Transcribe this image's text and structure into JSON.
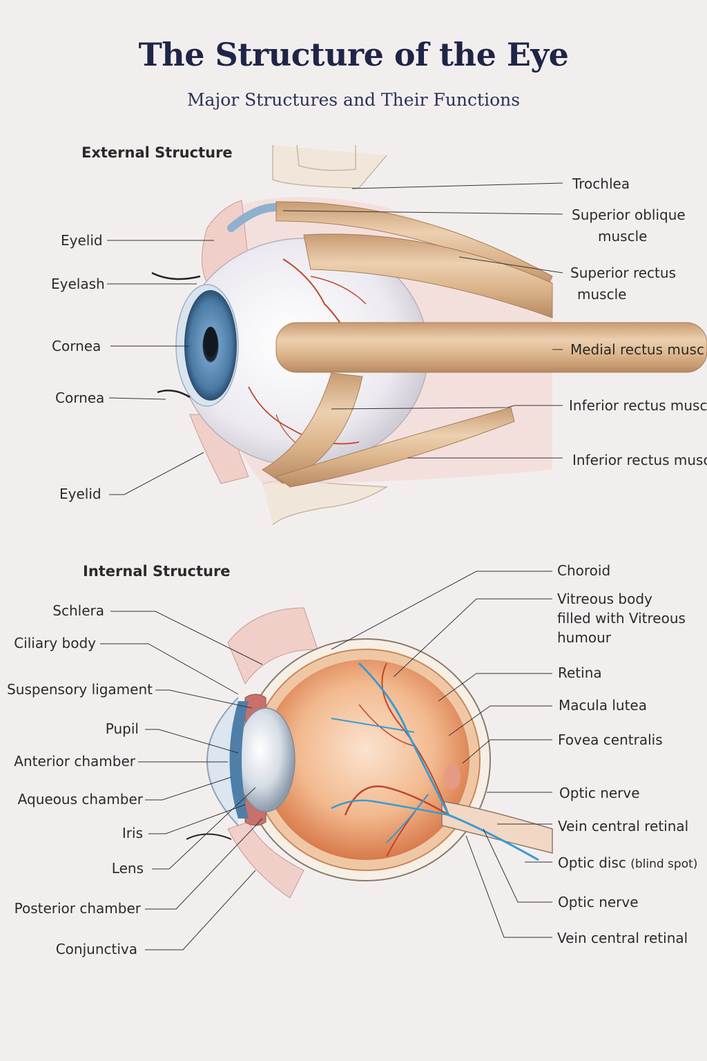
{
  "title": "The Structure of the Eye",
  "subtitle": "Major Structures and Their Functions",
  "external": {
    "heading": "External Structure",
    "left_labels": [
      "Eyelid",
      "Eyelash",
      "Cornea",
      "Cornea",
      "Eyelid"
    ],
    "right_labels": {
      "trochlea": "Trochlea",
      "superior_oblique_1": "Superior oblique",
      "superior_oblique_2": "muscle",
      "superior_rectus_1": "Superior rectus",
      "superior_rectus_2": "muscle",
      "medial_rectus": "Medial rectus musc",
      "inferior_rectus_a": "Inferior rectus muscle",
      "inferior_rectus_b": "Inferior rectus musc"
    }
  },
  "internal": {
    "heading": "Internal Structure",
    "left_labels": [
      "Schlera",
      "Ciliary body",
      "Suspensory ligament",
      "Pupil",
      "Anterior chamber",
      "Aqueous chamber",
      "Iris",
      "Lens",
      "Posterior chamber",
      "Conjunctiva"
    ],
    "right_labels": {
      "choroid": "Choroid",
      "vitreous_1": "Vitreous body",
      "vitreous_2": "filled with Vitreous",
      "vitreous_3": "humour",
      "retina": "Retina",
      "macula": "Macula lutea",
      "fovea": "Fovea centralis",
      "optic_nerve_a": "Optic nerve",
      "vein_a": "Vein central retinal",
      "optic_disc": "Optic disc",
      "optic_disc_note": "(blind spot)",
      "optic_nerve_b": "Optic nerve",
      "vein_b": "Vein central retinal"
    }
  },
  "colors": {
    "title": "#1f2547",
    "text": "#2a2a2a",
    "muscle": "#d9b48e",
    "vessel_red": "#c0462a",
    "vessel_blue": "#3a9ad0",
    "iris": "#4f7fa8"
  }
}
